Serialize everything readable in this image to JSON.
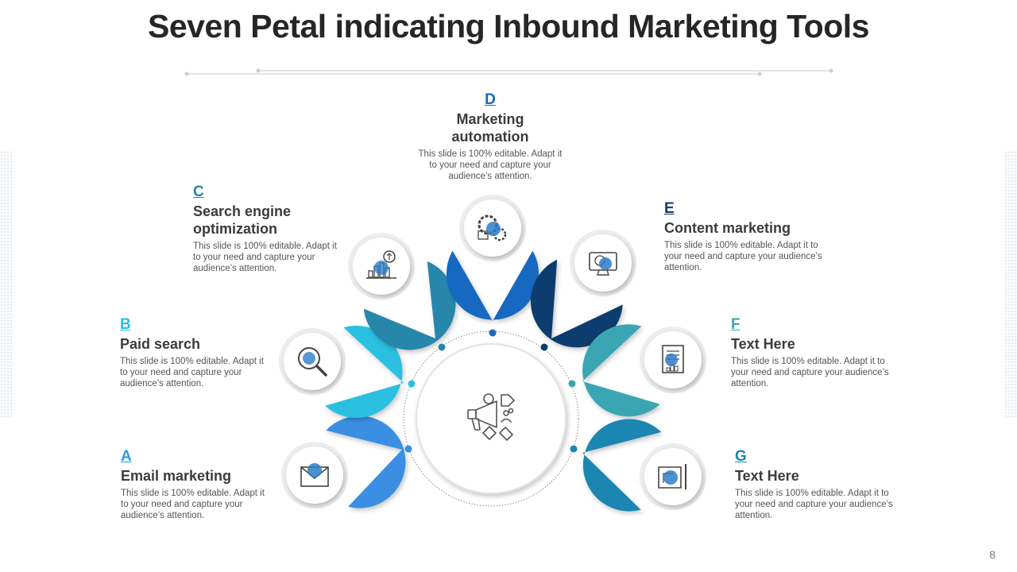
{
  "title": "Seven Petal indicating Inbound Marketing Tools",
  "page_number": "8",
  "items": [
    {
      "letter": "A",
      "heading": "Email marketing",
      "desc": "This slide is 100% editable. Adapt it to your need and capture your audience’s attention.",
      "color": "#3a8fe3",
      "letter_color": "#2f9be0",
      "icon": "envelope-icon"
    },
    {
      "letter": "B",
      "heading": "Paid search",
      "desc": "This slide is 100% editable. Adapt it to your need and capture your audience’s attention.",
      "color": "#2bc0e2",
      "letter_color": "#2bc0e2",
      "icon": "magnifier-icon"
    },
    {
      "letter": "C",
      "heading": "Search engine optimization",
      "desc": "This slide is 100% editable. Adapt it to your need and capture your audience’s attention.",
      "color": "#2687ab",
      "letter_color": "#2687ab",
      "icon": "growth-chart-icon"
    },
    {
      "letter": "D",
      "heading": "Marketing automation",
      "desc": "This slide is 100% editable. Adapt it to your need and capture your audience’s attention.",
      "color": "#1567c0",
      "letter_color": "#1567c0",
      "icon": "gears-icon"
    },
    {
      "letter": "E",
      "heading": "Content marketing",
      "desc": "This slide is 100% editable. Adapt it to your need and capture your audience’s attention.",
      "color": "#0d3c6e",
      "letter_color": "#0d3c6e",
      "icon": "monitor-icon"
    },
    {
      "letter": "F",
      "heading": "Text Here",
      "desc": "This slide is 100% editable. Adapt it to your need and capture your audience’s attention.",
      "color": "#3aa6b3",
      "letter_color": "#3aa6b3",
      "icon": "document-icon"
    },
    {
      "letter": "G",
      "heading": "Text Here",
      "desc": "This slide is 100% editable. Adapt it to your need and capture your audience’s attention.",
      "color": "#1b86b3",
      "letter_color": "#1b86b3",
      "icon": "blueprint-icon"
    }
  ],
  "center_icon": "megaphone-icon"
}
